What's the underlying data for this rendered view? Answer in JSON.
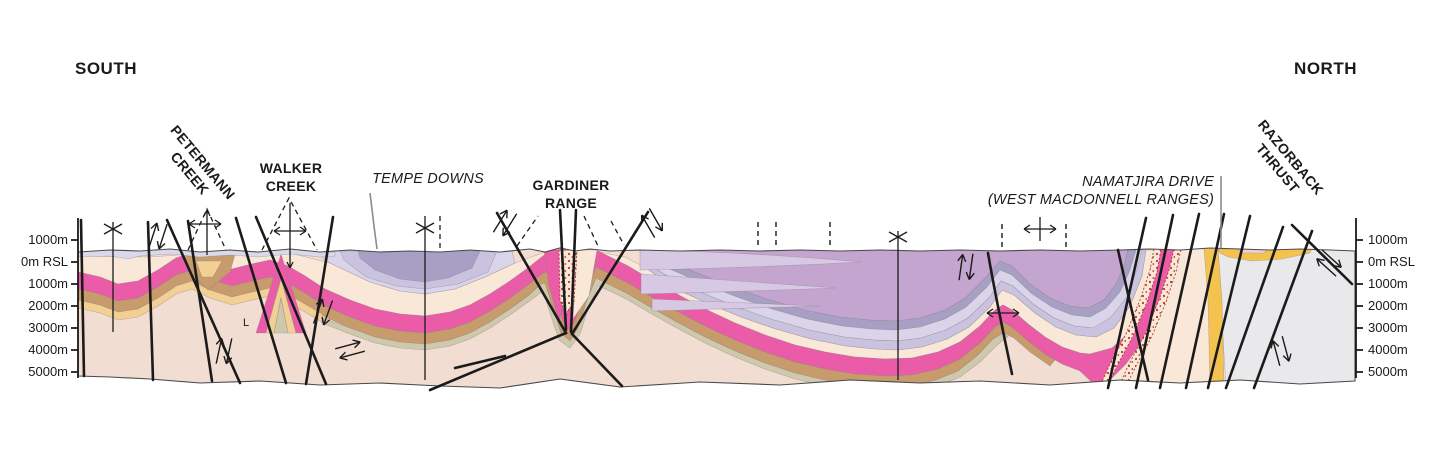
{
  "header": {
    "south": "SOUTH",
    "north": "NORTH"
  },
  "features": {
    "petermann_line1": "PETERMANN",
    "petermann_line2": "CREEK",
    "walker_line1": "WALKER",
    "walker_line2": "CREEK",
    "tempe": "TEMPE DOWNS",
    "gardiner_line1": "GARDINER",
    "gardiner_line2": "RANGE",
    "namatjira_line1": "NAMATJIRA DRIVE",
    "namatjira_line2": "(WEST MACDONNELL RANGES)",
    "razorback_line1": "RAZORBACK",
    "razorback_line2": "THRUST",
    "unit_label": "L"
  },
  "scale": {
    "left": [
      "1000m",
      "0m RSL",
      "1000m",
      "2000m",
      "3000m",
      "4000m",
      "5000m"
    ],
    "right": [
      "1000m",
      "0m RSL",
      "1000m",
      "2000m",
      "3000m",
      "4000m",
      "5000m"
    ]
  },
  "colors": {
    "base": "#f1ddd1",
    "cream": "#f9e8d8",
    "magenta": "#ea5ca8",
    "tan": "#c89b6d",
    "olive": "#cfc9ac",
    "yellow": "#f2cf92",
    "orange": "#f4c24f",
    "surface_lavender": "#d9d9e9",
    "lavender_light": "#dad4ea",
    "lavender_mid": "#cac3df",
    "gray_purple": "#a7a0c4",
    "purple": "#c3a5cf",
    "purple_light": "#d7c8e4",
    "gray_unit": "#e9e9ec",
    "stipple_red": "#b23a2c",
    "pink_sliver": "#eccfd9",
    "fault": "#1b1b1b",
    "leader": "#8c8c8c"
  }
}
